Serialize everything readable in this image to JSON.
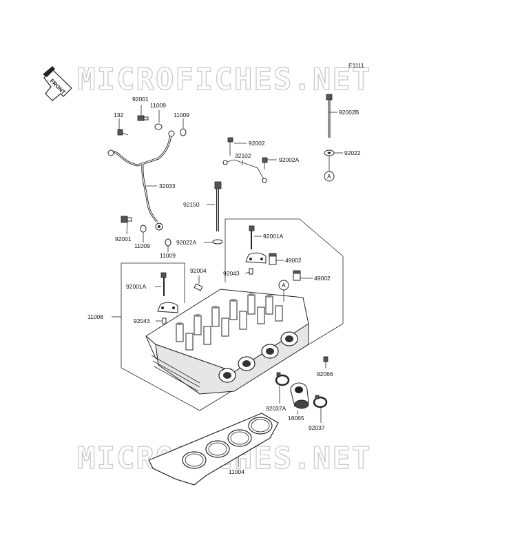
{
  "diagram_code": "E1111",
  "front_label": "FRONT",
  "watermark": "MICROFICHES.NET",
  "callout_letter": "A",
  "labels": {
    "p92001_top": "92001",
    "p11009_a": "11009",
    "p11009_b": "11009",
    "p132": "132",
    "p32033": "32033",
    "p92001_left": "92001",
    "p11009_c": "11009",
    "p11009_d": "11009",
    "p92002": "92002",
    "p32102": "32102",
    "p92002A": "92002A",
    "p92002B": "92002B",
    "p92022": "92022",
    "p92150": "92150",
    "p92022A": "92022A",
    "p92001A_r": "92001A",
    "p49002_a": "49002",
    "p92043_r": "92043",
    "p49002_b": "49002",
    "p92004": "92004",
    "p92001A_l": "92001A",
    "p11008": "11008",
    "p92043_l": "92043",
    "p92066": "92066",
    "p92037A": "92037A",
    "p16065": "16065",
    "p92037": "92037",
    "p11004": "11004"
  }
}
